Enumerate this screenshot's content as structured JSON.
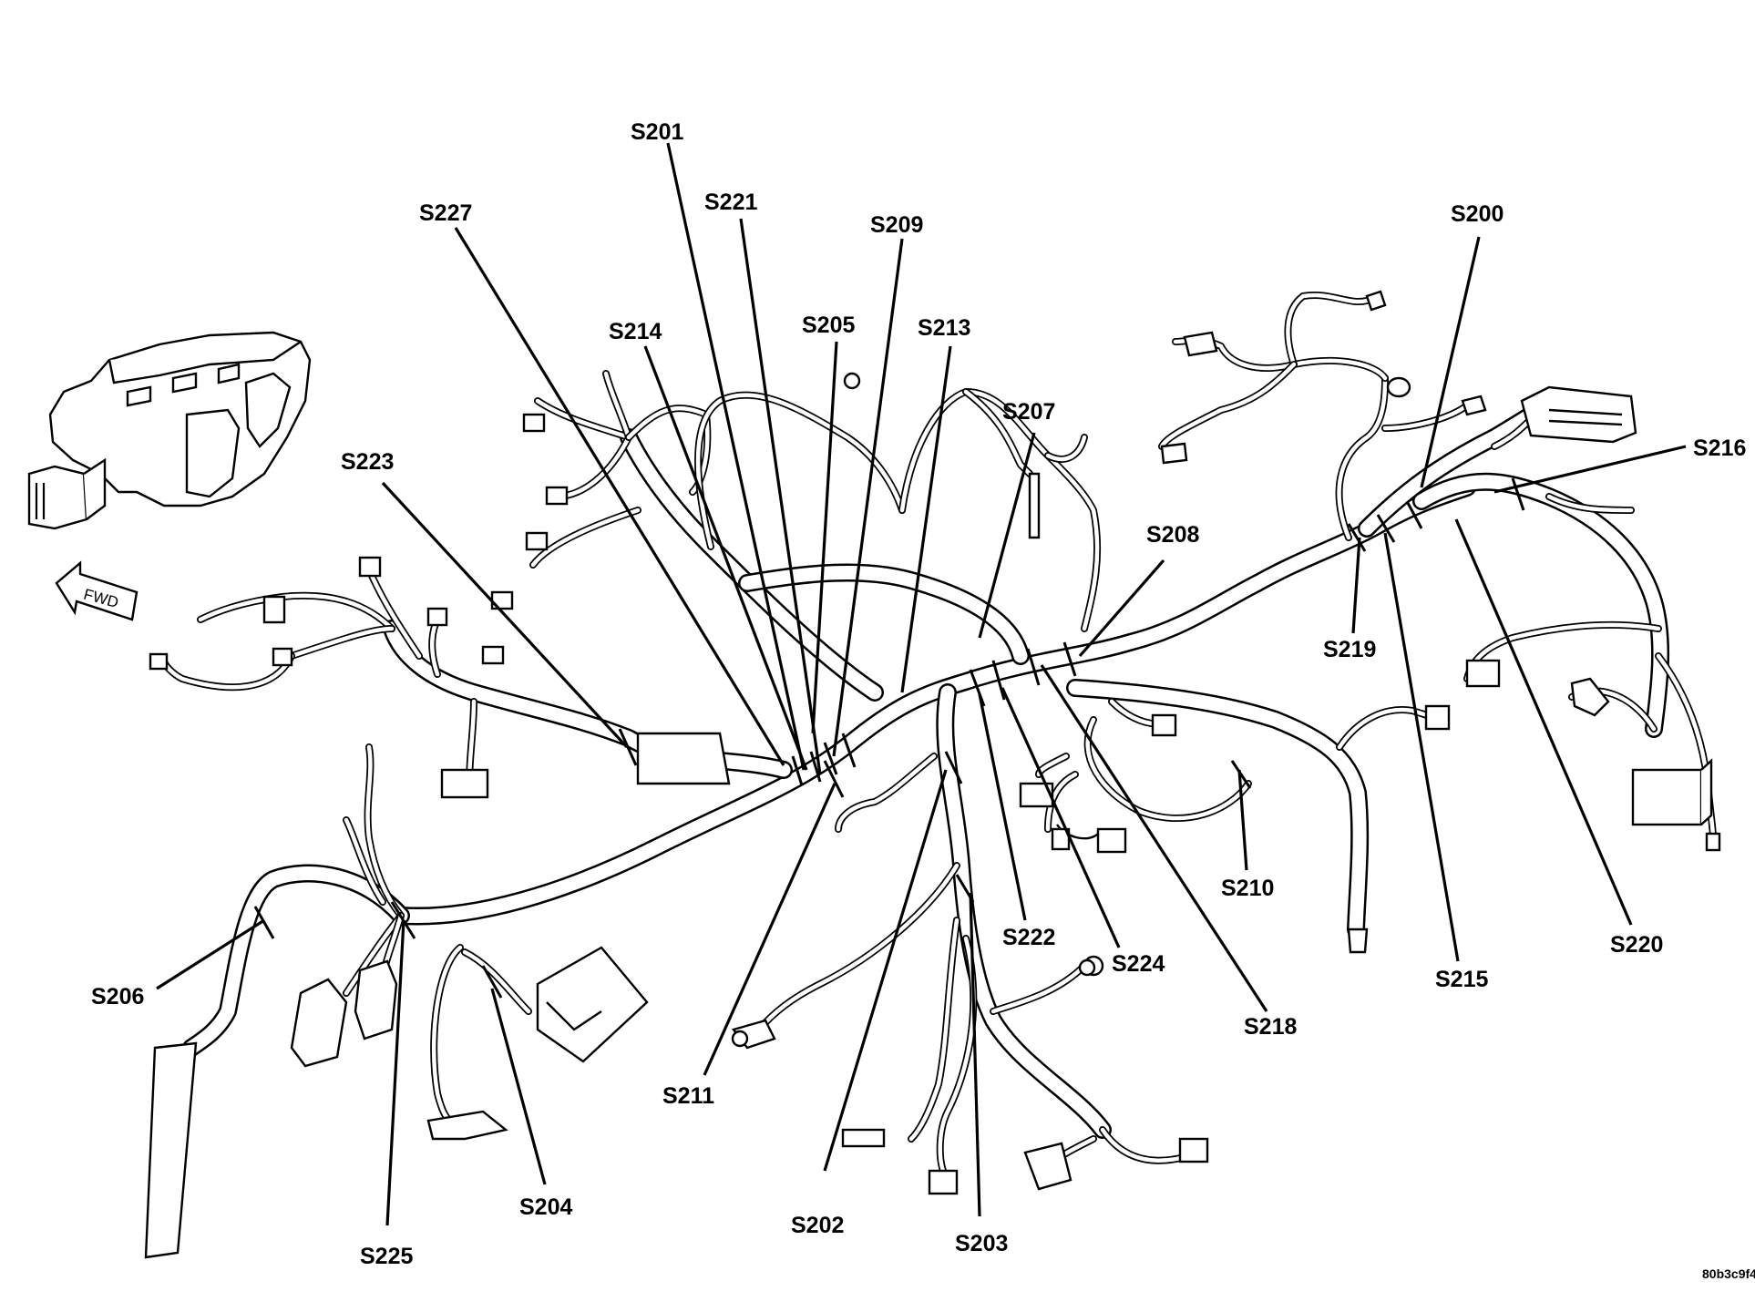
{
  "diagram": {
    "direction_label": "FWD",
    "reference_code": "80b3c9f4",
    "splice_labels": {
      "s200": "S200",
      "s201": "S201",
      "s202": "S202",
      "s203": "S203",
      "s204": "S204",
      "s205": "S205",
      "s206": "S206",
      "s207": "S207",
      "s208": "S208",
      "s209": "S209",
      "s210": "S210",
      "s211": "S211",
      "s213": "S213",
      "s214": "S214",
      "s215": "S215",
      "s216": "S216",
      "s218": "S218",
      "s219": "S219",
      "s220": "S220",
      "s221": "S221",
      "s222": "S222",
      "s223": "S223",
      "s224": "S224",
      "s225": "S225",
      "s227": "S227"
    }
  }
}
